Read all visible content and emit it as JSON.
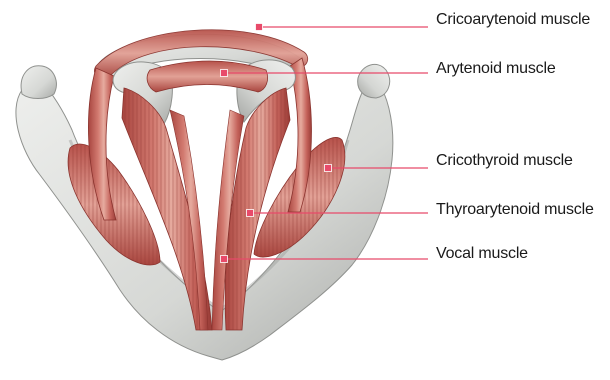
{
  "diagram": {
    "labels": [
      {
        "text": "Cricoarytenoid muscle",
        "structure": "cricoarytenoid-muscle"
      },
      {
        "text": "Arytenoid muscle",
        "structure": "arytenoid-muscle"
      },
      {
        "text": "Cricothyroid muscle",
        "structure": "cricothyroid-muscle"
      },
      {
        "text": "Thyroarytenoid muscle",
        "structure": "thyroarytenoid-muscle"
      },
      {
        "text": "Vocal muscle",
        "structure": "vocal-muscle"
      }
    ],
    "colors": {
      "leader_line": "#e84a6a",
      "marker": "#e84a6a",
      "cartilage": "#d9dbd8",
      "cartilage_shadow": "#a9aba8",
      "muscle": "#c8665f",
      "muscle_dark": "#9a3f3a",
      "muscle_light": "#e2a59c"
    }
  }
}
